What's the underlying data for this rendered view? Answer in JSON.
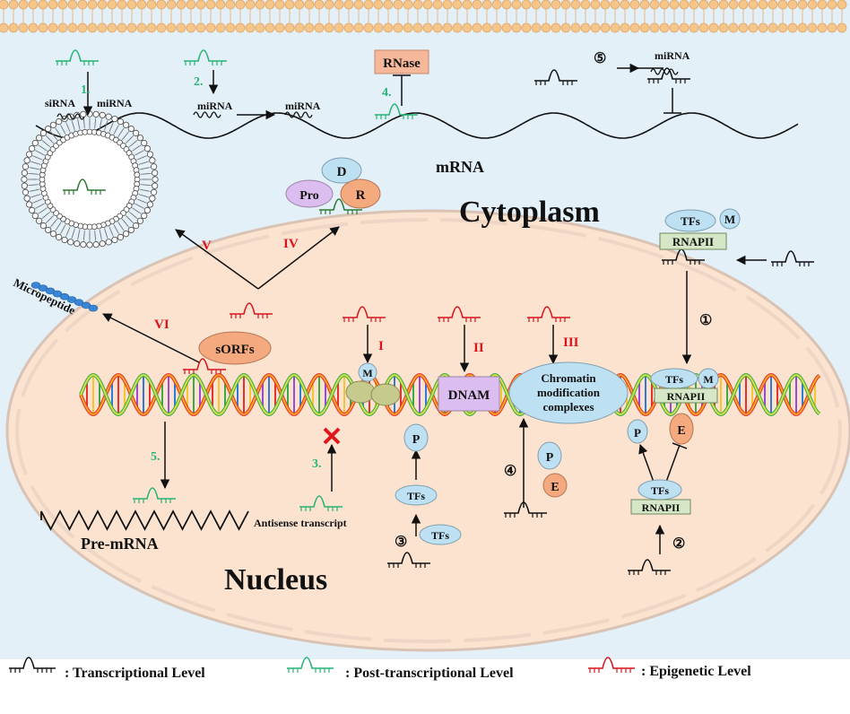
{
  "regions": {
    "cytoplasm": "Cytoplasm",
    "nucleus": "Nucleus",
    "mrna": "mRNA",
    "pre_mrna": "Pre-mRNA"
  },
  "labels": {
    "rnase": "RNase",
    "sirna": "siRNA",
    "mirna_1": "miRNA",
    "mirna_2a": "miRNA",
    "mirna_2b": "miRNA",
    "mirna_5": "miRNA",
    "micropeptide": "Micropeptide",
    "sorfs": "sORFs",
    "dnam": "DNAM",
    "chromatin_line1": "Chromatin",
    "chromatin_line2": "modification",
    "chromatin_line3": "complexes",
    "antisense": "Antisense  transcript",
    "pro": "Pro",
    "d": "D",
    "r": "R",
    "tfs": "TFs",
    "m": "M",
    "rnapii": "RNAPII",
    "p": "P",
    "e": "E"
  },
  "markers": {
    "post_transcriptional": [
      "1.",
      "2.",
      "3.",
      "4.",
      "5."
    ],
    "epigenetic": [
      "I",
      "II",
      "III",
      "IV",
      "V",
      "VI"
    ],
    "transcriptional": [
      "①",
      "②",
      "③",
      "④",
      "⑤"
    ]
  },
  "legend": [
    {
      "label": ": Transcriptional Level",
      "color": "#111111"
    },
    {
      "label": ": Post-transcriptional Level",
      "color": "#27b474"
    },
    {
      "label": ": Epigenetic Level",
      "color": "#d8141c"
    }
  ],
  "colors": {
    "cytoplasm_bg": "#e3f0f8",
    "nucleus_fill": "#fce3d0",
    "membrane_bead": "#f5c58a",
    "transcriptional": "#111111",
    "post_transcriptional": "#27b474",
    "epigenetic": "#d8141c",
    "blue_shape": "#bde0f2",
    "orange_shape": "#f4a97f",
    "purple_shape": "#dcbdf0",
    "green_box": "#d5e7c6",
    "rnase_box": "#f6b89a"
  }
}
